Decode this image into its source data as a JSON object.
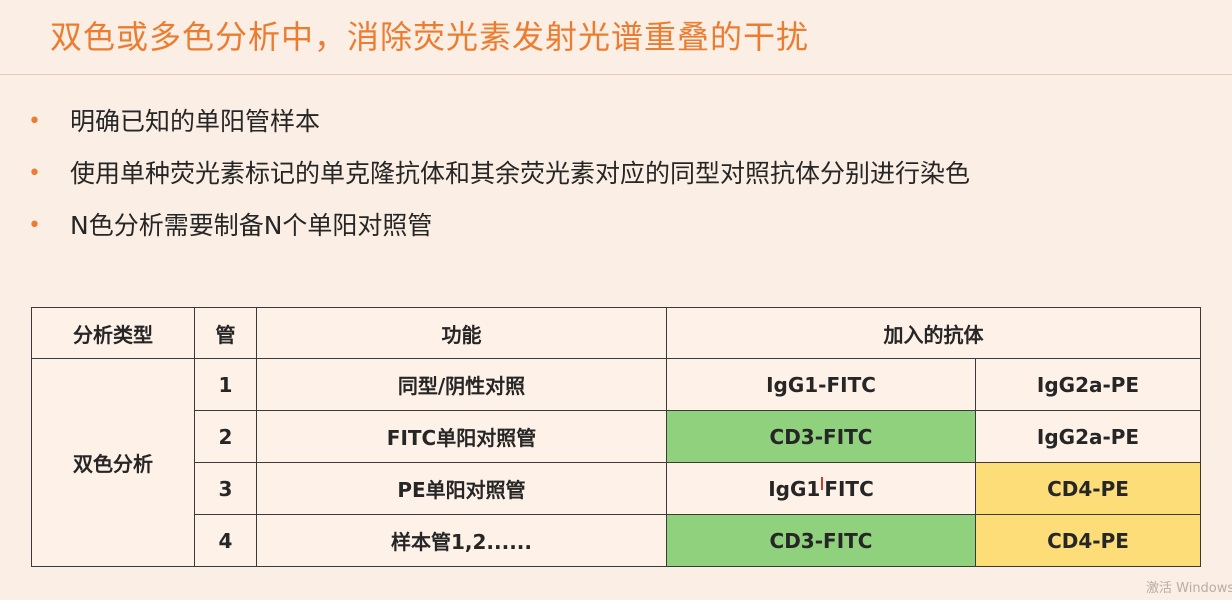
{
  "title": "双色或多色分析中，消除荧光素发射光谱重叠的干扰",
  "bullets": [
    "明确已知的单阳管样本",
    "使用单种荧光素标记的单克隆抗体和其余荧光素对应的同型对照抗体分别进行染色",
    "N色分析需要制备N个单阳对照管"
  ],
  "table": {
    "headers": {
      "analysis_type": "分析类型",
      "tube": "管",
      "function": "功能",
      "antibodies": "加入的抗体"
    },
    "analysis_type_value": "双色分析",
    "rows": [
      {
        "tube": "1",
        "function": "同型/阴性对照",
        "fitc": "IgG1-FITC",
        "pe": "IgG2a-PE"
      },
      {
        "tube": "2",
        "function": "FITC单阳对照管",
        "fitc": "CD3-FITC",
        "pe": "IgG2a-PE"
      },
      {
        "tube": "3",
        "function": "PE单阳对照管",
        "fitc_part1": "IgG1",
        "fitc_part2": "FITC",
        "pe": "CD4-PE"
      },
      {
        "tube": "4",
        "function": "样本管1,2......",
        "fitc": "CD3-FITC",
        "pe": "CD4-PE"
      }
    ],
    "highlight_colors": {
      "green": "#8fd17d",
      "yellow": "#fcdd78"
    }
  },
  "watermark": "激活 Windows"
}
